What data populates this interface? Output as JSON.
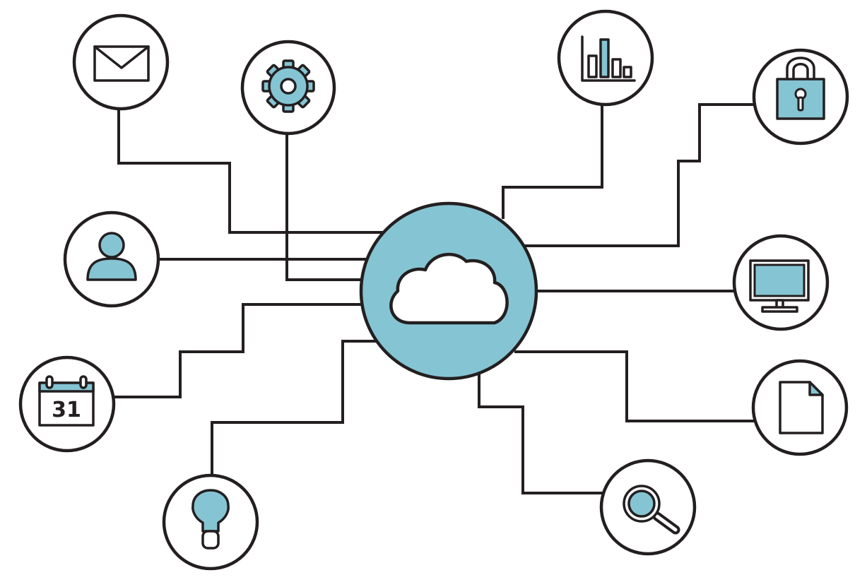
{
  "colors": {
    "accent": "#85c4d3",
    "stroke": "#231f20",
    "background": "#ffffff"
  },
  "hub": {
    "icon": "cloud-icon"
  },
  "nodes": [
    {
      "id": "mail",
      "icon": "envelope-icon"
    },
    {
      "id": "settings",
      "icon": "gear-icon"
    },
    {
      "id": "user",
      "icon": "user-icon"
    },
    {
      "id": "calendar",
      "icon": "calendar-icon",
      "text": "31"
    },
    {
      "id": "idea",
      "icon": "lightbulb-icon"
    },
    {
      "id": "analytics",
      "icon": "bar-chart-icon"
    },
    {
      "id": "security",
      "icon": "padlock-icon"
    },
    {
      "id": "display",
      "icon": "monitor-icon"
    },
    {
      "id": "document",
      "icon": "document-icon"
    },
    {
      "id": "search",
      "icon": "magnifier-icon"
    }
  ]
}
